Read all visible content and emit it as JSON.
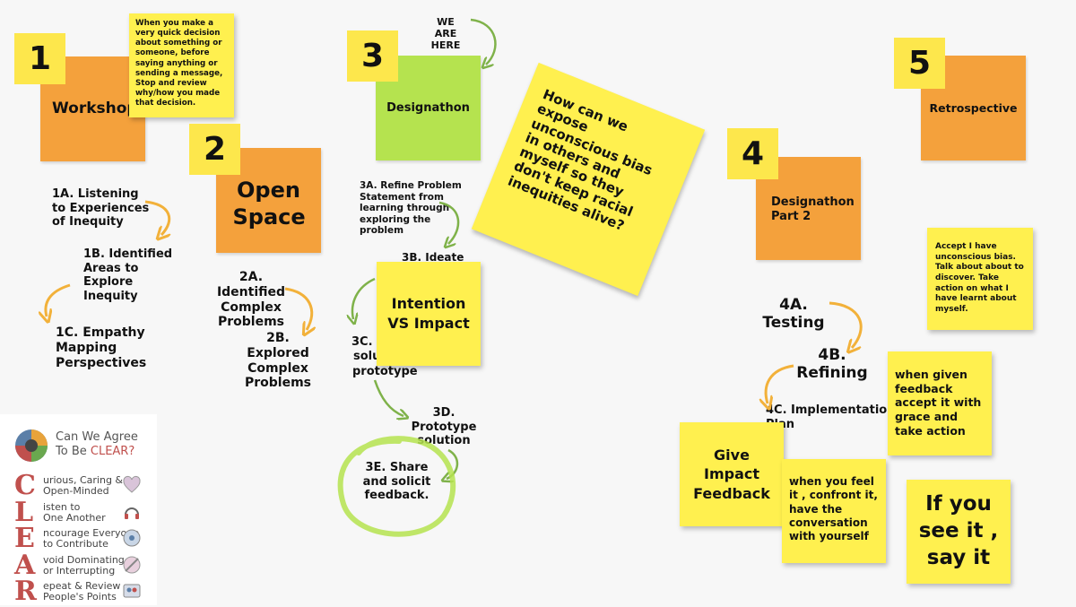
{
  "stages": {
    "s1": {
      "num": "1",
      "title": "Workshop"
    },
    "s2": {
      "num": "2",
      "title": "Open Space"
    },
    "s3": {
      "num": "3",
      "title": "Designathon"
    },
    "s4": {
      "num": "4",
      "title": "Designathon Part 2"
    },
    "s5": {
      "num": "5",
      "title": "Retrospective"
    }
  },
  "we_are_here": "WE ARE HERE",
  "note_quick_decision": "When you make a very quick decision about something or someone, before saying anything or sending a message, Stop and review why/how you made that decision.",
  "question": "How can we expose unconscious bias in others and myself so they don't keep racial inequities alive?",
  "steps1": {
    "a": "1A. Listening to Experiences of Inequity",
    "b": "1B. Identified Areas to Explore Inequity",
    "c": "1C. Empathy Mapping Perspectives"
  },
  "steps2": {
    "a": "2A. Identified Complex Problems",
    "b": "2B. Explored Complex Problems"
  },
  "steps3": {
    "a": "3A. Refine Problem Statement from learning through exploring the problem",
    "b": "3B. Ideate",
    "c_left": "3C.",
    "c_right": "solu",
    "c_bottom": "prototype",
    "d": "3D. Prototype solution",
    "e": "3E. Share and solicit feedback."
  },
  "note_intention": "Intention VS Impact",
  "steps4": {
    "a": "4A. Testing",
    "b": "4B. Refining",
    "c": "4C. Implementation",
    "c_under": "Plan"
  },
  "note_accept_bias": "Accept I have unconscious bias. Talk about about to discover. Take action on what I have learnt about myself.",
  "note_feedback": "when given feedback accept it with grace and take action",
  "note_give_impact": "Give Impact Feedback",
  "note_feel_it": "when you feel it , confront it, have the conversation with yourself",
  "note_see_it": "If you see it , say it",
  "clear": {
    "title_line1": "Can We Agree",
    "title_line2": "To Be",
    "title_highlight": "CLEAR?",
    "items": [
      {
        "letter": "C",
        "line1": "urious, Caring &",
        "line2": "Open-Minded"
      },
      {
        "letter": "L",
        "line1": "isten to",
        "line2": "One Another"
      },
      {
        "letter": "E",
        "line1": "ncourage Everyone",
        "line2": "to Contribute"
      },
      {
        "letter": "A",
        "line1": "void Dominating",
        "line2": "or Interrupting"
      },
      {
        "letter": "R",
        "line1": "epeat & Review",
        "line2": "People's Points"
      }
    ]
  },
  "colors": {
    "orange": "#f4a13c",
    "yellow": "#fde74c",
    "green": "#b5e34f",
    "arrow_orange": "#f2b13a",
    "arrow_green": "#7fb24a",
    "clear_red": "#c0504d"
  }
}
